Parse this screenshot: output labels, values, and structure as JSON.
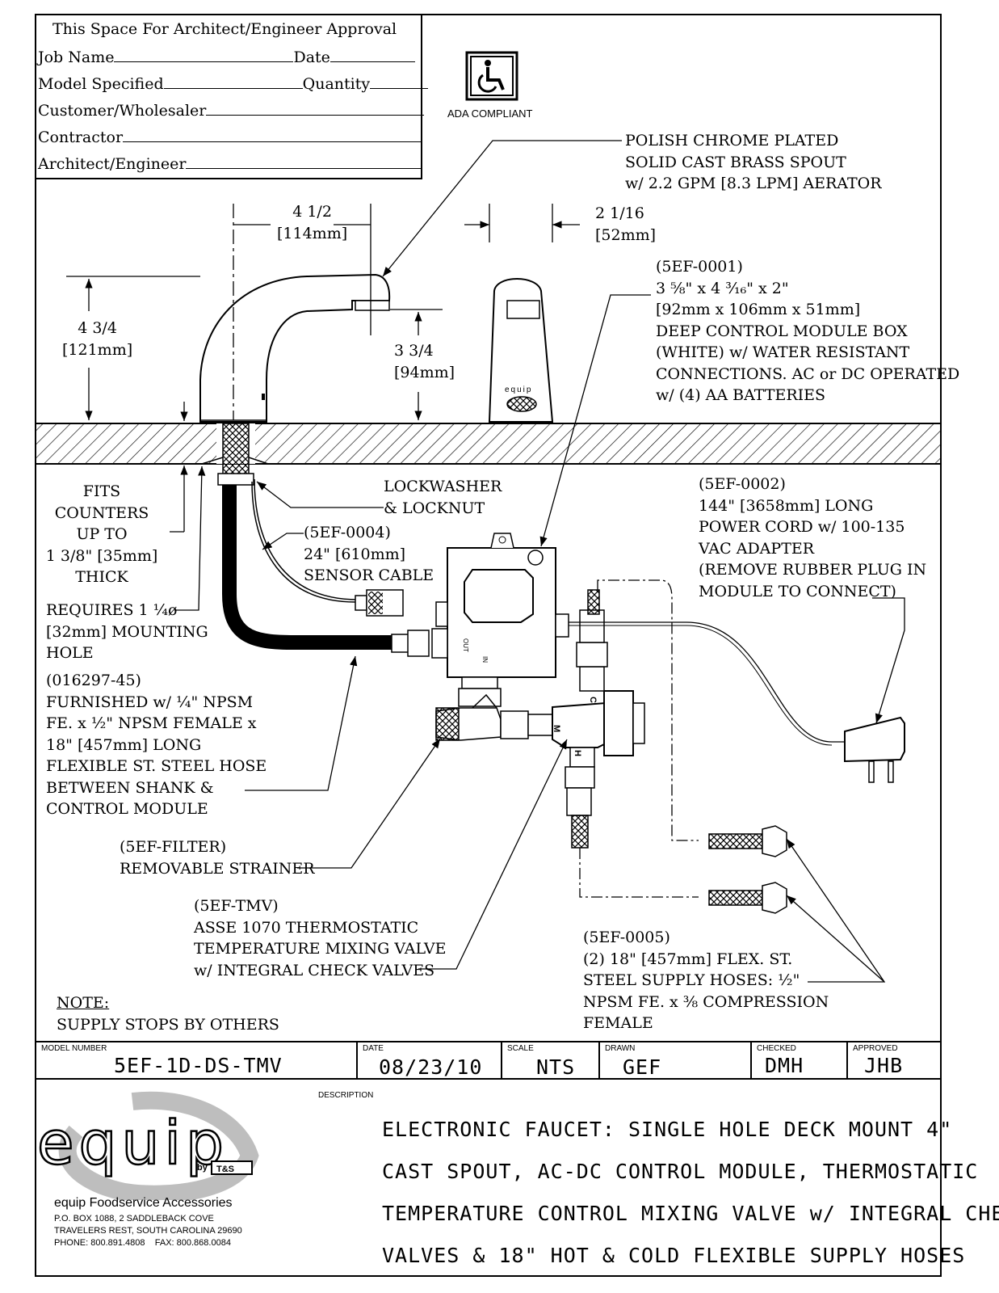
{
  "approval": {
    "title": "This Space For Architect/Engineer Approval",
    "job_name": "Job Name",
    "date": "Date",
    "model_specified": "Model Specified",
    "quantity": "Quantity",
    "customer": "Customer/Wholesaler",
    "contractor": "Contractor",
    "architect": "Architect/Engineer"
  },
  "ada": {
    "label": "ADA COMPLIANT"
  },
  "callouts": {
    "spout": [
      "POLISH CHROME PLATED",
      "SOLID CAST BRASS SPOUT",
      "w/ 2.2 GPM [8.3 LPM] AERATOR"
    ],
    "dim_412": [
      "4 1/2",
      "[114mm]"
    ],
    "dim_2116": [
      "2 1/16",
      "[52mm]"
    ],
    "dim_434": [
      "4 3/4",
      "[121mm]"
    ],
    "dim_334": [
      "3 3/4",
      "[94mm]"
    ],
    "module": [
      "(5EF-0001)",
      "3 ⅝\" x 4 ³⁄₁₆\" x 2\"",
      "[92mm x 106mm x 51mm]",
      "DEEP CONTROL MODULE BOX",
      "(WHITE) w/ WATER RESISTANT",
      "CONNECTIONS. AC or DC OPERATED",
      "w/ (4) AA BATTERIES"
    ],
    "fits": [
      "FITS",
      "COUNTERS",
      "UP TO",
      "1 3/8\" [35mm]",
      "THICK"
    ],
    "lockwasher": [
      "LOCKWASHER",
      "& LOCKNUT"
    ],
    "sensor": [
      "(5EF-0004)",
      "24\" [610mm]",
      "SENSOR CABLE"
    ],
    "power": [
      "(5EF-0002)",
      "144\" [3658mm] LONG",
      "POWER CORD w/ 100-135",
      "VAC ADAPTER",
      "(REMOVE RUBBER PLUG IN",
      "MODULE TO CONNECT)"
    ],
    "mounting": [
      "REQUIRES 1 ¼ø",
      "[32mm] MOUNTING",
      "HOLE"
    ],
    "hose": [
      "(016297-45)",
      "FURNISHED w/ ¼\" NPSM",
      "FE. x ½\" NPSM FEMALE x",
      "18\" [457mm] LONG",
      "FLEXIBLE ST. STEEL HOSE",
      "BETWEEN SHANK &",
      "CONTROL MODULE"
    ],
    "filter": [
      "(5EF-FILTER)",
      "REMOVABLE STRAINER"
    ],
    "tmv": [
      "(5EF-TMV)",
      "ASSE 1070 THERMOSTATIC",
      "TEMPERATURE MIXING VALVE",
      "w/ INTEGRAL CHECK VALVES"
    ],
    "supply": [
      "(5EF-0005)",
      "(2) 18\" [457mm] FLEX. ST.",
      "STEEL SUPPLY HOSES: ½\"",
      "NPSM FE. x ⅜ COMPRESSION",
      "FEMALE"
    ],
    "note_title": "NOTE:",
    "note_text": "SUPPLY STOPS BY OTHERS",
    "faucet_brand": "equip",
    "module_out": "OUT",
    "module_in": "IN",
    "valve_c": "C",
    "valve_m": "M",
    "valve_h": "H"
  },
  "title_block": {
    "model_label": "MODEL NUMBER",
    "model_value": "5EF-1D-DS-TMV",
    "date_label": "DATE",
    "date_value": "08/23/10",
    "scale_label": "SCALE",
    "scale_value": "NTS",
    "drawn_label": "DRAWN",
    "drawn_value": "GEF",
    "checked_label": "CHECKED",
    "checked_value": "DMH",
    "approved_label": "APPROVED",
    "approved_value": "JHB",
    "desc_label": "DESCRIPTION",
    "description": [
      "ELECTRONIC FAUCET: SINGLE HOLE DECK MOUNT 4\"",
      "CAST SPOUT, AC-DC CONTROL MODULE, THERMOSTATIC",
      "TEMPERATURE CONTROL MIXING VALVE w/ INTEGRAL CHECK",
      "VALVES & 18\" HOT & COLD FLEXIBLE SUPPLY HOSES"
    ]
  },
  "company": {
    "logo_text": "equip",
    "by_text": "by",
    "ts_text": "T&S",
    "name": "equip Foodservice Accessories",
    "address1": "P.O. BOX 1088, 2 SADDLEBACK COVE",
    "address2": "TRAVELERS REST, SOUTH CAROLINA 29690",
    "phone": "PHONE: 800.891.4808    FAX: 800.868.0084"
  }
}
